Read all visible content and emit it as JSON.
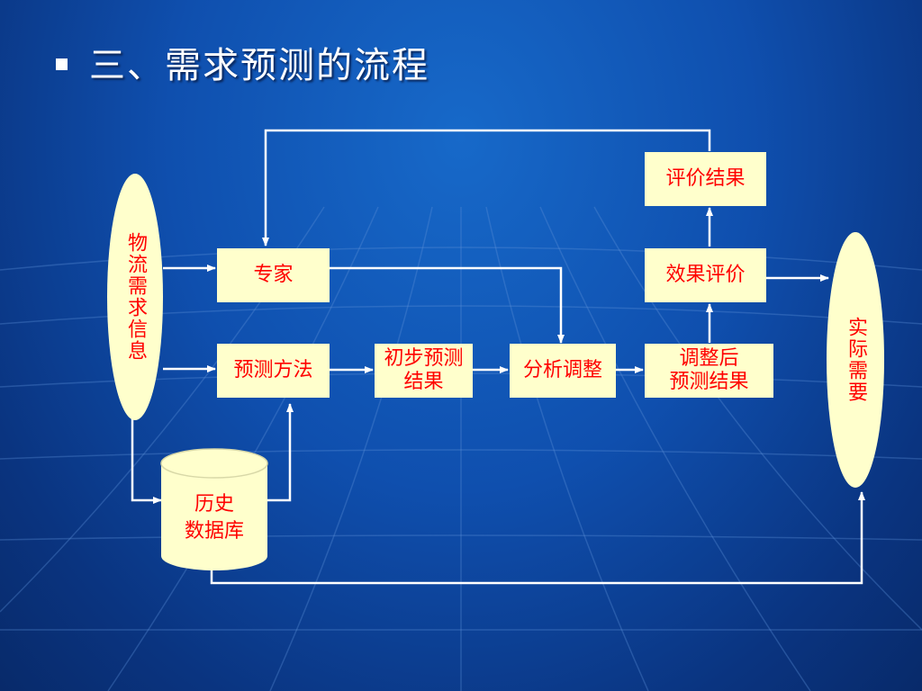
{
  "slide": {
    "title": "三、需求预测的流程"
  },
  "nodes": {
    "info": "物流需求信息",
    "expert": "专家",
    "method": "预测方法",
    "initial": "初步预测\n结果",
    "analysis": "分析调整",
    "adjusted": "调整后\n预测结果",
    "effect": "效果评价",
    "evaluate": "评价结果",
    "demand": "实际需要",
    "history": "历史\n数据库"
  },
  "colors": {
    "node_fill": "#ffffcc",
    "node_text": "#ff0000",
    "arrow": "#ffffff"
  }
}
